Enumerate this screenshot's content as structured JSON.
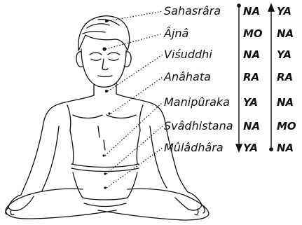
{
  "chakras": [
    {
      "name": "Sahasrâra",
      "col1": "NA",
      "col2": "YA"
    },
    {
      "name": "Âjnâ",
      "col1": "MO",
      "col2": "NA"
    },
    {
      "name": "Viśuddhi",
      "col1": "NA",
      "col2": "YA"
    },
    {
      "name": "Anâhata",
      "col1": "RA",
      "col2": "RA"
    },
    {
      "name": "Manipûraka",
      "col1": "YA",
      "col2": "NA"
    },
    {
      "name": "Svâdhistana",
      "col1": "NA",
      "col2": "MO"
    },
    {
      "name": "Mûlâdhâra",
      "col1": "YA",
      "col2": "NA"
    }
  ],
  "arrows": {
    "col1_direction": "down",
    "col2_direction": "up"
  },
  "figure": "meditating-man-lotus-pose",
  "colors": {
    "ink": "#111111",
    "background": "#ffffff"
  }
}
